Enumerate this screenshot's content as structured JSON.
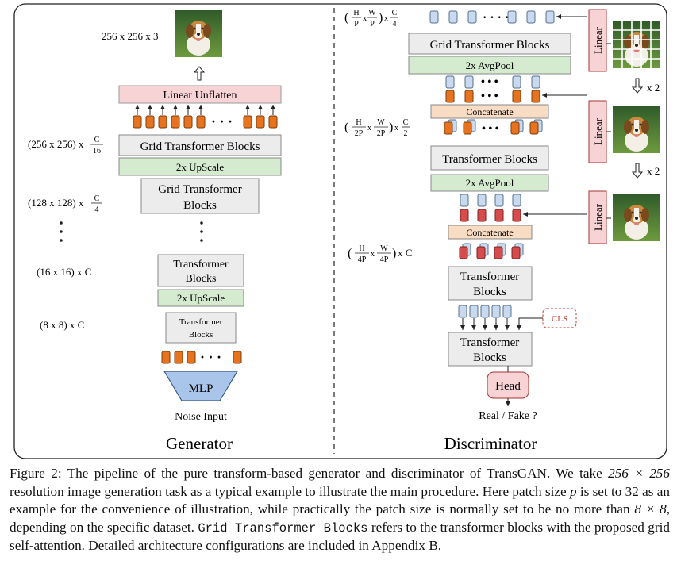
{
  "figure": {
    "generator": {
      "title": "Generator",
      "output_label": "256 x 256 x 3",
      "linear_unflatten": "Linear Unflatten",
      "grid_tb_1": "Grid Transformer Blocks",
      "upscale_1": "2x UpScale",
      "grid_tb_2_line1": "Grid Transformer",
      "grid_tb_2_line2": "Blocks",
      "tb_mid_line1": "Transformer",
      "tb_mid_line2": "Blocks",
      "upscale_2": "2x UpScale",
      "tb_small_line1": "Transformer",
      "tb_small_line2": "Blocks",
      "mlp": "MLP",
      "noise_input": "Noise Input",
      "dims": {
        "d256_prefix": "(256 x 256) x",
        "d256_num": "C",
        "d256_den": "16",
        "d128_prefix": "(128 x 128) x",
        "d128_num": "C",
        "d128_den": "4",
        "d16": "(16 x 16) x C",
        "d8": "(8 x 8) x C"
      }
    },
    "discriminator": {
      "title": "Discriminator",
      "grid_tb": "Grid Transformer Blocks",
      "avgpool_1": "2x AvgPool",
      "concat_1": "Concatenate",
      "tb_1": "Transformer Blocks",
      "avgpool_2": "2x AvgPool",
      "concat_2": "Concatenate",
      "tb_2_line1": "Transformer",
      "tb_2_line2": "Blocks",
      "tb_3_line1": "Transformer",
      "tb_3_line2": "Blocks",
      "cls": "CLS",
      "head": "Head",
      "output": "Real / Fake ?",
      "linear_1": "Linear",
      "linear_2": "Linear",
      "linear_3": "Linear",
      "downsample_1": "x 2",
      "downsample_2": "x 2",
      "dims": {
        "top_h": "H",
        "top_p1": "P",
        "top_w": "W",
        "top_p2": "P",
        "top_c": "C",
        "top_c_den": "4",
        "mid_h": "H",
        "mid_p1": "2P",
        "mid_w": "W",
        "mid_p2": "2P",
        "mid_c": "C",
        "mid_c_den": "2",
        "bot_h": "H",
        "bot_p1": "4P",
        "bot_w": "W",
        "bot_p2": "4P",
        "bot_suffix": "x C"
      }
    },
    "colors": {
      "orange": "#e8731e",
      "blue_light": "#c9d9ee",
      "red": "#d64b4b",
      "green": "#d5ebcf",
      "pink": "#f8d3d6",
      "peach": "#f9dcc4",
      "grey": "#ececec",
      "mlp_blue": "#a9c6ea",
      "cls_red": "#c0392b"
    }
  },
  "caption": {
    "p1": "Figure 2: The pipeline of the pure transform-based generator and discriminator of TransGAN. We take ",
    "m1": "256 × 256",
    "p2": " resolution image generation task as a typical example to illustrate the main procedure. Here patch size ",
    "m2": "p",
    "p3": " is set to 32 as an example for the convenience of illustration, while practically the patch size is normally set to be no more than ",
    "m3": "8 × 8",
    "p4": ", depending on the specific dataset. ",
    "code": "Grid Transformer Blocks",
    "p5": " refers to the transformer blocks with the proposed grid self-attention. Detailed architecture configurations are included in Appendix B."
  }
}
